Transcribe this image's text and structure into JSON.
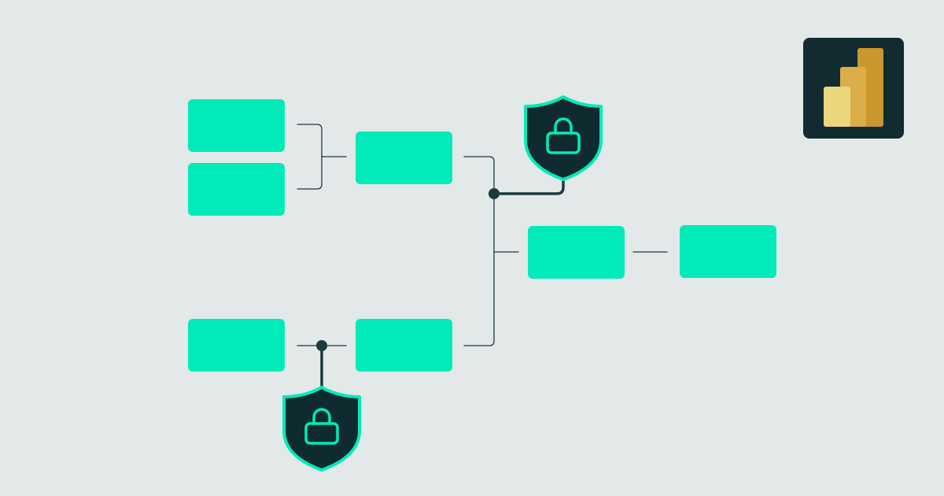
{
  "colors": {
    "background": "#e3e9e8",
    "node": "#00ebb9",
    "connector": "#1b3a3d",
    "shield_fill": "#0f2b30",
    "shield_outline": "#00ebb9",
    "lock_outline": "#00ebb9",
    "logo_tile": "#112b31",
    "logo_bar_light": "#ead67c",
    "logo_bar_mid": "#dcae4a",
    "logo_bar_dark": "#c9972d"
  },
  "icons": {
    "security": "shield-lock-icon",
    "junction": "junction-dot",
    "logo": "power-bi-logo"
  },
  "nodes": [
    {
      "id": "source-1",
      "label": ""
    },
    {
      "id": "source-2",
      "label": ""
    },
    {
      "id": "source-3",
      "label": ""
    },
    {
      "id": "merge-top",
      "label": ""
    },
    {
      "id": "merge-bottom",
      "label": ""
    },
    {
      "id": "combined",
      "label": ""
    },
    {
      "id": "output",
      "label": ""
    }
  ],
  "edges": [
    {
      "from": "source-1",
      "to": "merge-top"
    },
    {
      "from": "source-2",
      "to": "merge-top"
    },
    {
      "from": "source-3",
      "to": "merge-bottom",
      "secured": true
    },
    {
      "from": "merge-top",
      "to": "combined",
      "secured": true
    },
    {
      "from": "merge-bottom",
      "to": "combined"
    },
    {
      "from": "combined",
      "to": "output"
    }
  ]
}
